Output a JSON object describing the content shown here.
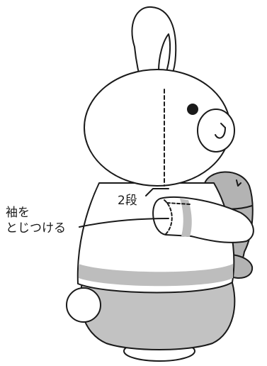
{
  "labels": {
    "rows": "2段",
    "sleeve_line1": "袖を",
    "sleeve_line2": "とじつける"
  },
  "colors": {
    "outline": "#1a1a1a",
    "body_fill": "#ffffff",
    "pants_fill": "#c2c2c2",
    "stripe_fill": "#bdbdbd",
    "plush_fill": "#b3b3b3"
  }
}
